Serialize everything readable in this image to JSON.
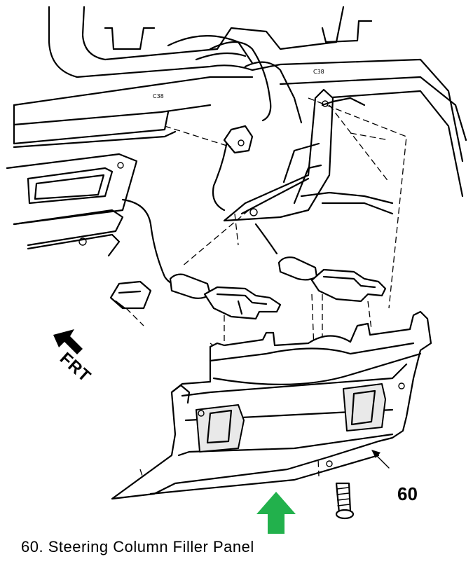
{
  "figure": {
    "callout_number": "60",
    "direction_label": "FRT",
    "caption": "60.  Steering Column Filler Panel",
    "connector_stamp": "C38",
    "indicator_arrow_color": "#22b14c",
    "icons": [
      "front-direction-arrow-icon",
      "green-indicator-arrow-icon",
      "screw-icon"
    ]
  }
}
